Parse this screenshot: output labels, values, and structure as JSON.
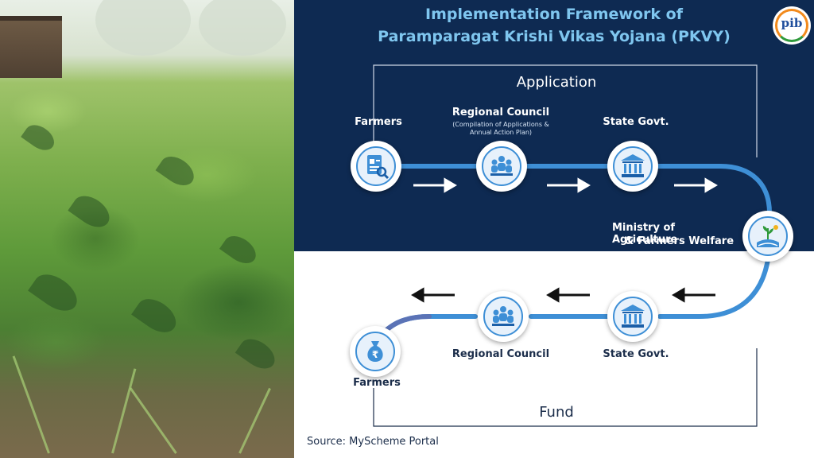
{
  "title_line1": "Implementation Framework of",
  "title_line2": "Paramparagat Krishi Vikas Yojana (PKVY)",
  "logo_text": "pib",
  "application_label": "Application",
  "fund_label": "Fund",
  "top_flow": {
    "farmers": "Farmers",
    "regional_council": "Regional Council",
    "regional_council_note_1": "(Compilation of Applications &",
    "regional_council_note_2": "Annual Action Plan)",
    "state_govt": "State Govt."
  },
  "ministry_line1": "Ministry of Agriculture",
  "ministry_line2": "& Farmers Welfare",
  "bottom_flow": {
    "state_govt": "State Govt.",
    "regional_council": "Regional Council",
    "farmers": "Farmers"
  },
  "source": "Source: MyScheme Portal",
  "icons": {
    "farmers_top": "application-document-icon",
    "regional_top": "group-people-icon",
    "state_top": "government-building-icon",
    "ministry": "agriculture-field-icon",
    "state_bottom": "government-building-icon",
    "regional_bottom": "group-people-icon",
    "farmers_bottom": "money-bag-icon"
  },
  "colors": {
    "navy": "#0e2a52",
    "accent": "#3e8fd6",
    "title": "#7fc6ef"
  }
}
